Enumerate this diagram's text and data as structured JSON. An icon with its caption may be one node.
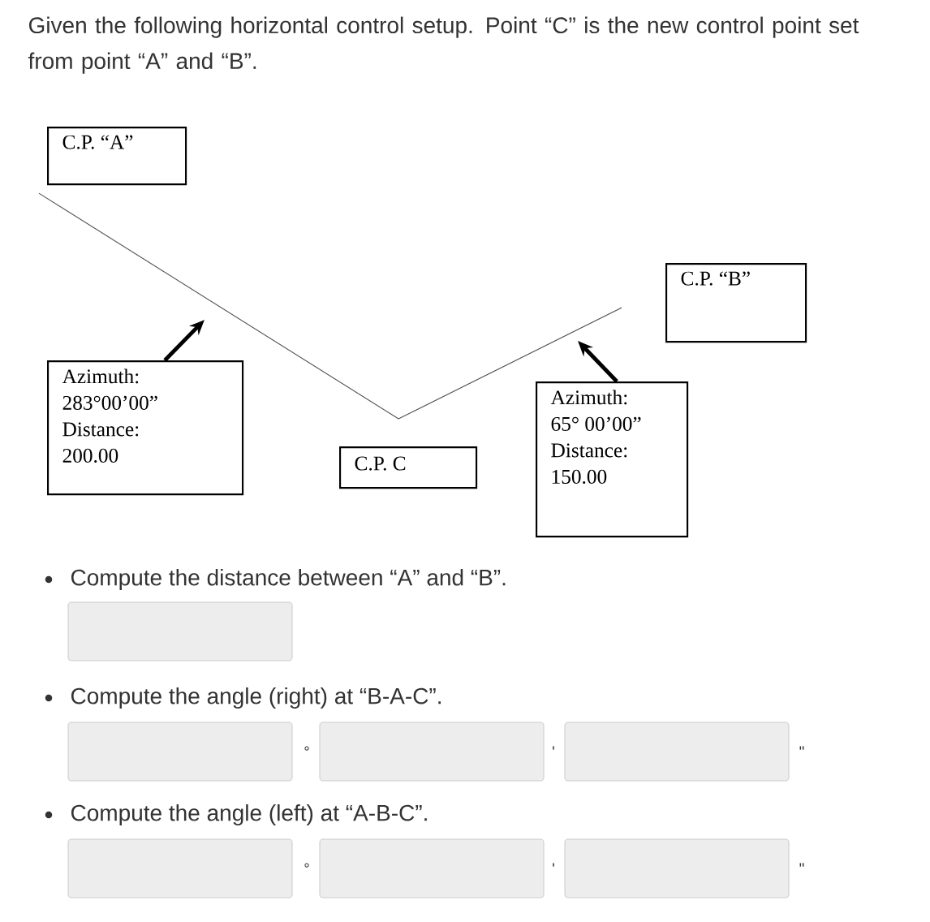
{
  "diagram": {
    "title": "Given the following horizontal control setup. Point “C” is the new control point set from point “A” and “B”.",
    "nodes": [
      {
        "text": [
          "C.P. “A”"
        ]
      },
      {
        "text": [
          "C.P. “B”"
        ]
      },
      {
        "text": [
          "Azimuth:",
          "283°00’00”",
          "Distance:",
          "200.00"
        ]
      },
      {
        "text": [
          "Azimuth:",
          "65° 00’00”",
          "Distance:",
          "150.00"
        ]
      },
      {
        "text": [
          "C.P. C"
        ]
      }
    ],
    "edges": [
      {
        "from": 0,
        "to": 4,
        "arrow": "none"
      },
      {
        "from": 4,
        "to": 1,
        "arrow": "none"
      },
      {
        "from": 2,
        "to": null,
        "arrow": "to",
        "style": "thick"
      },
      {
        "from": 3,
        "to": null,
        "arrow": "to",
        "style": "thick"
      }
    ],
    "labels": [
      "Compute the distance between “A” and “B”.",
      "Compute the angle (right) at “B-A-C”.",
      "°",
      "'",
      "\"",
      "Compute the angle (left) at “A-B-C”.",
      "°",
      "'",
      "\""
    ]
  }
}
